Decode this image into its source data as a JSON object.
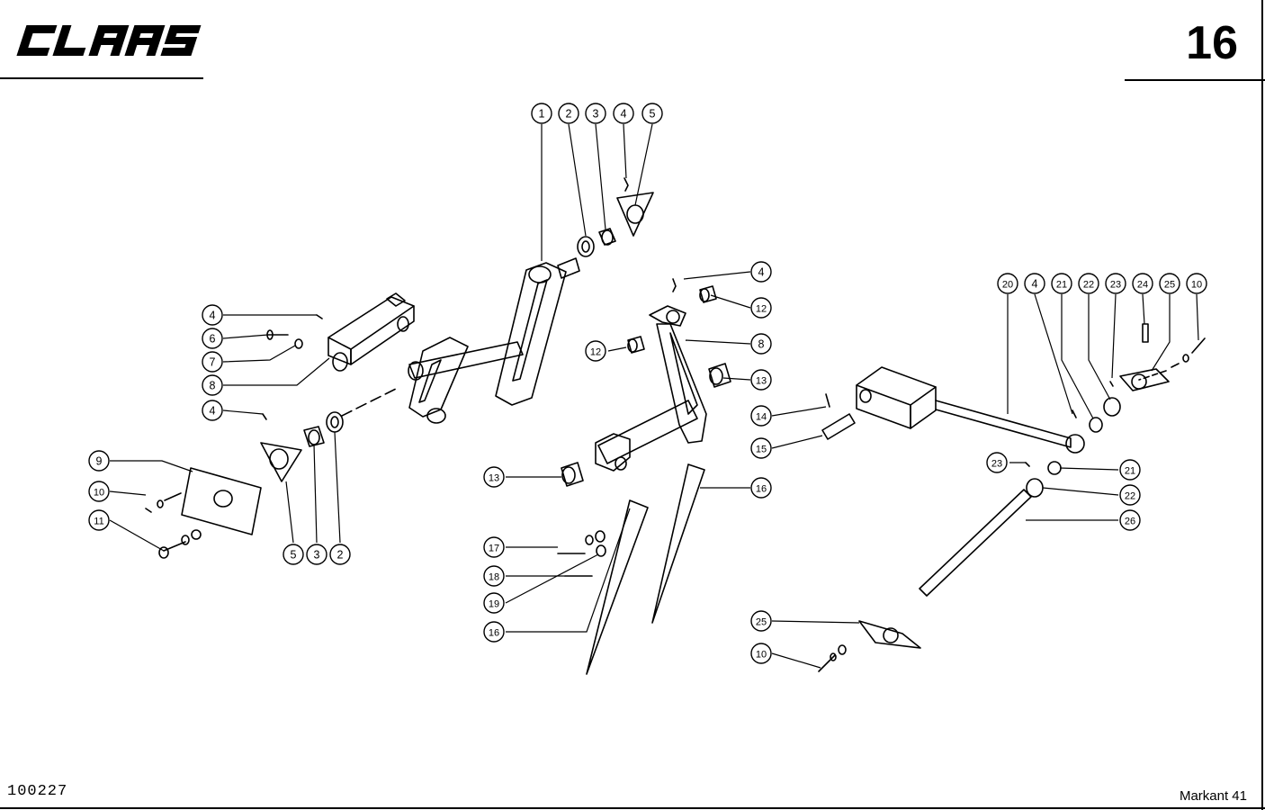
{
  "header": {
    "brand": "CLAAS",
    "page_number": "16"
  },
  "footer": {
    "document_code": "100227",
    "model": "Markant 41"
  },
  "callouts": [
    {
      "label": "1"
    },
    {
      "label": "2"
    },
    {
      "label": "3"
    },
    {
      "label": "4"
    },
    {
      "label": "5"
    },
    {
      "label": "4"
    },
    {
      "label": "6"
    },
    {
      "label": "7"
    },
    {
      "label": "8"
    },
    {
      "label": "4"
    },
    {
      "label": "9"
    },
    {
      "label": "10"
    },
    {
      "label": "11"
    },
    {
      "label": "5"
    },
    {
      "label": "3"
    },
    {
      "label": "2"
    },
    {
      "label": "4"
    },
    {
      "label": "12"
    },
    {
      "label": "8"
    },
    {
      "label": "12"
    },
    {
      "label": "13"
    },
    {
      "label": "13"
    },
    {
      "label": "16"
    },
    {
      "label": "17"
    },
    {
      "label": "18"
    },
    {
      "label": "19"
    },
    {
      "label": "16"
    },
    {
      "label": "14"
    },
    {
      "label": "15"
    },
    {
      "label": "20"
    },
    {
      "label": "4"
    },
    {
      "label": "21"
    },
    {
      "label": "22"
    },
    {
      "label": "23"
    },
    {
      "label": "24"
    },
    {
      "label": "25"
    },
    {
      "label": "10"
    },
    {
      "label": "23"
    },
    {
      "label": "21"
    },
    {
      "label": "22"
    },
    {
      "label": "26"
    },
    {
      "label": "25"
    },
    {
      "label": "10"
    }
  ]
}
